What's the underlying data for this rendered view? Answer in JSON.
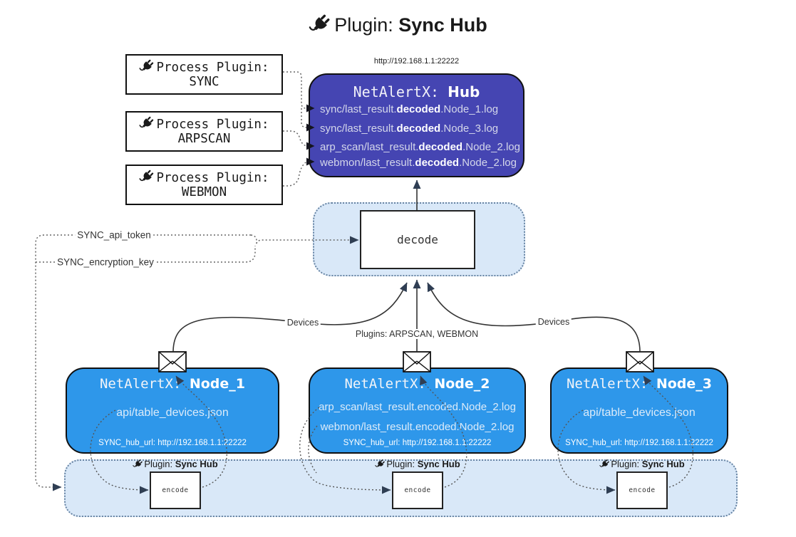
{
  "title": {
    "prefix": "Plugin: ",
    "name": "Sync Hub"
  },
  "hub": {
    "url": "http://192.168.1.1:22222",
    "title_prefix": "NetAlertX: ",
    "name": "Hub",
    "lines": [
      {
        "pre": "sync/last_result.",
        "bold": "decoded",
        "post": ".Node_1.log"
      },
      {
        "pre": "sync/last_result.",
        "bold": "decoded",
        "post": ".Node_3.log"
      },
      {
        "pre": "arp_scan/last_result.",
        "bold": "decoded",
        "post": ".Node_2.log"
      },
      {
        "pre": "webmon/last_result.",
        "bold": "decoded",
        "post": ".Node_2.log"
      }
    ]
  },
  "process_plugins": [
    {
      "label": "Process Plugin:",
      "name": "SYNC"
    },
    {
      "label": "Process Plugin:",
      "name": "ARPSCAN"
    },
    {
      "label": "Process Plugin:",
      "name": "WEBMON"
    }
  ],
  "decode": {
    "label": "decode"
  },
  "edge_labels": {
    "api_token": "SYNC_api_token",
    "encryption_key": "SYNC_encryption_key",
    "devices_left": "Devices",
    "plugins_mid": "Plugins: ARPSCAN, WEBMON",
    "devices_right": "Devices"
  },
  "nodes": [
    {
      "title_prefix": "NetAlertX: ",
      "name": "Node_1",
      "line1": "api/table_devices.json",
      "line2": "",
      "hub_url": "SYNC_hub_url: http://192.168.1.1:22222"
    },
    {
      "title_prefix": "NetAlertX: ",
      "name": "Node_2",
      "line1": "arp_scan/last_result.encoded.Node_2.log",
      "line2": "webmon/last_result.encoded.Node_2.log",
      "hub_url": "SYNC_hub_url: http://192.168.1.1:22222"
    },
    {
      "title_prefix": "NetAlertX: ",
      "name": "Node_3",
      "line1": "api/table_devices.json",
      "line2": "",
      "hub_url": "SYNC_hub_url: http://192.168.1.1:22222"
    }
  ],
  "encoders": [
    {
      "label_prefix": "Plugin: ",
      "label_name": "Sync Hub",
      "box_label": "encode"
    },
    {
      "label_prefix": "Plugin: ",
      "label_name": "Sync Hub",
      "box_label": "encode"
    },
    {
      "label_prefix": "Plugin: ",
      "label_name": "Sync Hub",
      "box_label": "encode"
    }
  ],
  "icons": {
    "plug": "plug-icon",
    "envelope": "envelope-icon"
  },
  "colors": {
    "hub_fill": "#4545b2",
    "node_fill": "#2e97ea",
    "container_fill": "#d9e8f8",
    "container_border": "#6884a3",
    "box_border": "#111111",
    "arrow_dark": "#2f3e53",
    "dotted_line": "#666666",
    "solid_line": "#333333"
  }
}
